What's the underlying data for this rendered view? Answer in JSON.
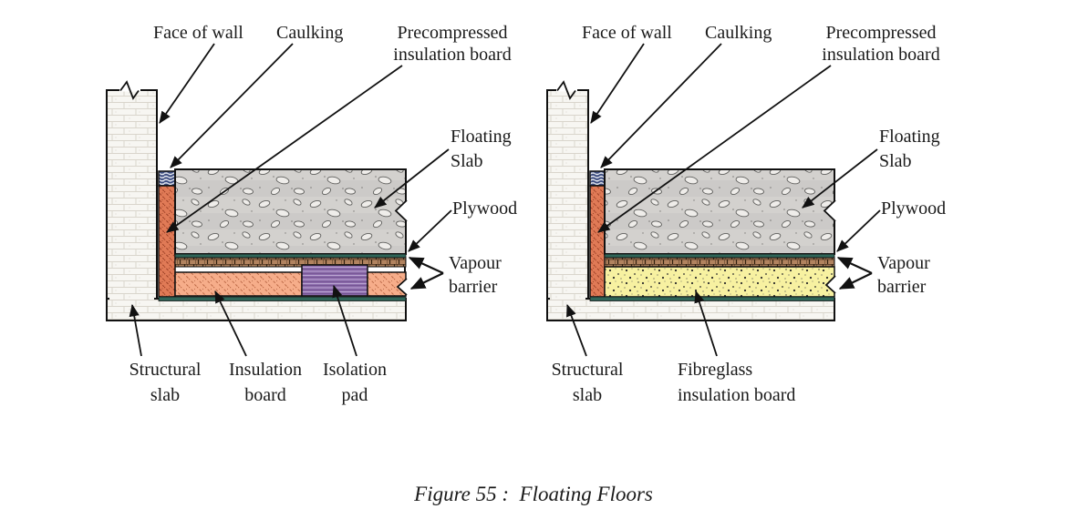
{
  "caption": "Figure 55 :  Floating Floors",
  "left": {
    "labels": {
      "face_of_wall": "Face of wall",
      "caulking": "Caulking",
      "precompressed_insulation_board": "Precompressed insulation board",
      "floating_slab": "Floating Slab",
      "plywood": "Plywood",
      "vapour_barrier": "Vapour barrier",
      "structural_slab": "Structural slab",
      "insulation_board": "Insulation board",
      "isolation_pad": "Isolation pad"
    }
  },
  "right": {
    "labels": {
      "face_of_wall": "Face of wall",
      "caulking": "Caulking",
      "precompressed_insulation_board": "Precompressed insulation board",
      "floating_slab": "Floating Slab",
      "plywood": "Plywood",
      "vapour_barrier": "Vapour barrier",
      "structural_slab": "Structural slab",
      "fibreglass_insulation_board": "Fibreglass insulation board"
    }
  },
  "colors": {
    "outline": "#111111",
    "masonry_fill": "#f7f6f2",
    "masonry_joint": "#d9d5cc",
    "concrete": "#d3d1ce",
    "precompressed_board": "#e07a56",
    "insulation_board": "#f6ad8a",
    "isolation_pad": "#8d6bad",
    "fibreglass": "#f7f1a1",
    "plywood": "#b1835f",
    "vapour_barrier": "#2f6558",
    "caulking": "#3a4a7e"
  }
}
